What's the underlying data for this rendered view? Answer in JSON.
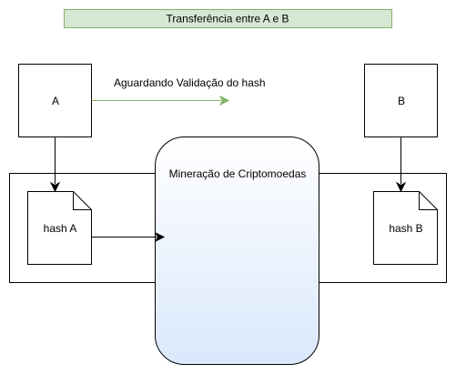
{
  "title": "Transferência entre A e B",
  "nodes": {
    "a": "A",
    "b": "B",
    "hash_a": "hash A",
    "hash_b": "hash B",
    "mining": "Mineração de Criptomoedas"
  },
  "edges": {
    "pending": "Aguardando Validação do hash"
  },
  "colors": {
    "title_fill": "#d5e8d4",
    "title_stroke": "#82b366",
    "mining_fill_top": "#ffffff",
    "mining_fill_bottom": "#dae8fc",
    "mining_stroke": "#000000",
    "pending_arrow": "#82b366",
    "stroke": "#000000"
  }
}
